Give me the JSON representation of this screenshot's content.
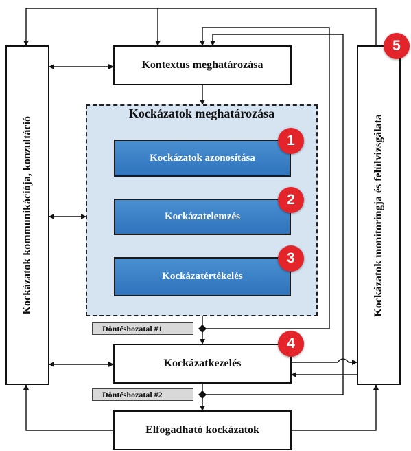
{
  "context_box": {
    "label": "Kontextus meghatározása"
  },
  "risk_assessment": {
    "title": "Kockázatok meghatározása",
    "steps": [
      {
        "label": "Kockázatok azonosítása",
        "badge": "1"
      },
      {
        "label": "Kockázatelemzés",
        "badge": "2"
      },
      {
        "label": "Kockázatértékelés",
        "badge": "3"
      }
    ]
  },
  "communication_box": {
    "label": "Kockázatok kommunikációja, konzultáció"
  },
  "monitoring_box": {
    "label": "Kockázatok monitoringja és felülvizsgálata",
    "badge": "5"
  },
  "treatment_box": {
    "label": "Kockázatkezelés",
    "badge": "4"
  },
  "acceptable_box": {
    "label": "Elfogadható kockázatok"
  },
  "decisions": [
    {
      "label": "Döntéshozatal #1"
    },
    {
      "label": "Döntéshozatal #2"
    }
  ],
  "colors": {
    "step_fill": "#3b82c8",
    "panel_fill": "#d6e3f1",
    "badge_fill": "#e3242b"
  }
}
